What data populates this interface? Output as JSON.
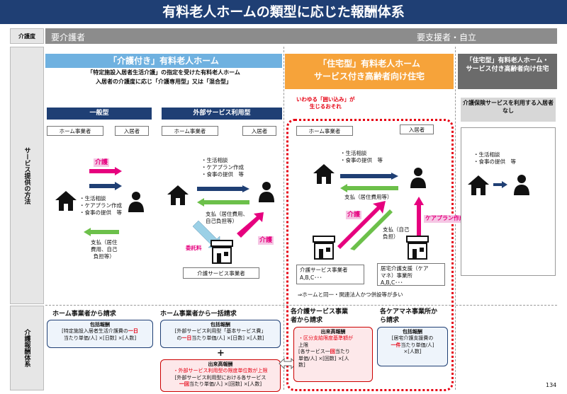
{
  "title": "有料老人ホームの類型に応じた報酬体系",
  "care_level": {
    "head": "介護度",
    "left": "要介護者",
    "right": "要支援者・自立"
  },
  "row_service": "サービス提供の方法",
  "row_fee": "介護報酬体系",
  "col1": {
    "head": "「介護付き」有料老人ホーム",
    "desc1": "「特定施設入居者生活介護」の指定を受けた有料老人ホーム",
    "desc2": "入居者の介護度に応じ「介護専用型」又は「混合型」",
    "sub_a": "一般型",
    "sub_b": "外部サービス利用型"
  },
  "col2": {
    "head1": "「住宅型」有料老人ホーム",
    "head2": "サービス付き高齢者向け住宅"
  },
  "col3": {
    "head": "「住宅型」有料老人ホーム・サービス付き高齢者向け住宅",
    "sub": "介護保険サービスを利用する入居者 なし"
  },
  "labels": {
    "home_operator": "ホーム事業者",
    "resident": "入居者",
    "kaigo": "介護",
    "services": [
      "・生活相談",
      "・ケアプラン作成",
      "・食事の提供　等"
    ],
    "services_short": [
      "・生活相談",
      "・食事の提供　等"
    ],
    "pay_a": [
      "支払（居住",
      "費用、自己",
      "負担等）"
    ],
    "pay_b": [
      "支払（居住費用、",
      "自己負担等）"
    ],
    "itaku": "委託料",
    "care_provider": "介護サービス事業者",
    "enclosure": [
      "いわゆる「囲い込み」が",
      "生じるおそれ"
    ],
    "pay_c": "支払（居住費用等）",
    "pay_d": [
      "支払（自己",
      "負担）"
    ],
    "careplan": "ケアプラン作成",
    "provider_abc": [
      "介護サービス事業者",
      "A,B,C･･･"
    ],
    "caremanager": [
      "居宅介護支援（ケア",
      "マネ）事業所",
      "A,B,C･･･"
    ],
    "same_corp": "⇒ホームと同一・関連法人かつ併設等が多い"
  },
  "fee": {
    "a_title": "ホーム事業者から請求",
    "a_box": {
      "head": "包括報酬",
      "l1a": "[特定施設入居者生活介護費の",
      "l1b": "一日",
      "l2": "当たり単価/人] ×[日数] ×[人数]"
    },
    "b_title": "ホーム事業者から一括請求",
    "b_box": {
      "head": "包括報酬",
      "l1": "[外部サービス利用型「基本サービス費」",
      "l2a": "の",
      "l2b": "一日",
      "l2c": "当たり単価/人] ×[日数] ×[人数]"
    },
    "plus": "+",
    "b_box2": {
      "head": "出来高報酬",
      "l1": "・外部サービス利用型の限度単位数が上限",
      "l2": "[外部サービス利用型における各サービス",
      "l3a": "一回",
      "l3b": "当たり単価/人] ×[回数] ×[人数]"
    },
    "c_title": [
      "各介護サービス事業",
      "者から請求"
    ],
    "c_box": {
      "head": "出来高報酬",
      "l1": "・区分支給限度基準額が",
      "l2": "上限",
      "l3": "[各サービス一",
      "l3b": "回",
      "l3c": "当たり",
      "l4": "単価/人] ×[回数] ×[人",
      "l5": "数]"
    },
    "d_title": [
      "各ケアマネ事業所か",
      "ら請求"
    ],
    "d_box": {
      "head": "包括報酬",
      "l1": "[居宅介護支援費の",
      "l2a": "一件",
      "l2b": "当たり単価/人]",
      "l3": "×[人数]"
    }
  },
  "page_number": "134",
  "colors": {
    "navy": "#1f3f74",
    "blue": "#6fb1e0",
    "orange": "#f6a33a",
    "magenta": "#e6007e",
    "green": "#6cc04a",
    "red": "#e60012"
  }
}
